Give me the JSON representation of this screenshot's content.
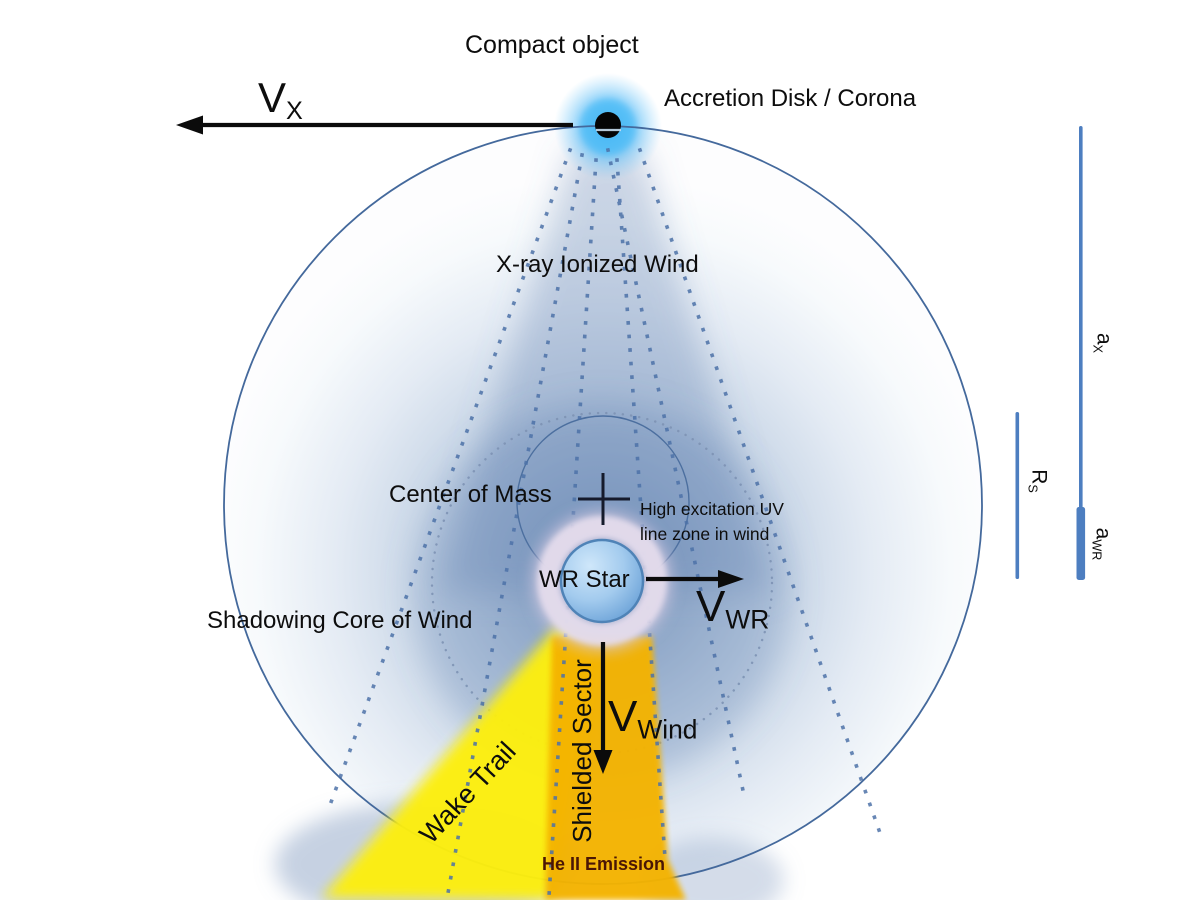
{
  "diagram": {
    "labels": {
      "compact_object": "Compact object",
      "accretion": "Accretion Disk / Corona",
      "xray_wind": "X-ray Ionized Wind",
      "center_of_mass": "Center of Mass",
      "high_excitation": "High excitation UV line zone in wind",
      "wr_star": "WR Star",
      "shadowing_core": "Shadowing Core of Wind",
      "wake_trail": "Wake Trail",
      "shielded_sector": "Shielded Sector",
      "heii": "He II Emission"
    },
    "vectors": {
      "vx": {
        "main": "V",
        "sub": "X"
      },
      "vwr": {
        "main": "V",
        "sub": "WR"
      },
      "vwind": {
        "main": "V",
        "sub": "Wind"
      }
    },
    "scale_bars": {
      "ax": {
        "main": "a",
        "sub": "X"
      },
      "rs": {
        "main": "R",
        "sub": "S"
      },
      "awr": {
        "main": "a",
        "sub": "WR"
      }
    },
    "colors": {
      "bar_blue": "#4d7ec0",
      "wedge_yellow": "#fdef08",
      "wedge_orange": "#f4b303",
      "dot_blue": "#4d72a8",
      "glow_blue": "#2fb3f2",
      "circle_stroke": "#44699c",
      "heii_text": "#4a1605",
      "arrow_black": "#0b0b0b"
    }
  }
}
